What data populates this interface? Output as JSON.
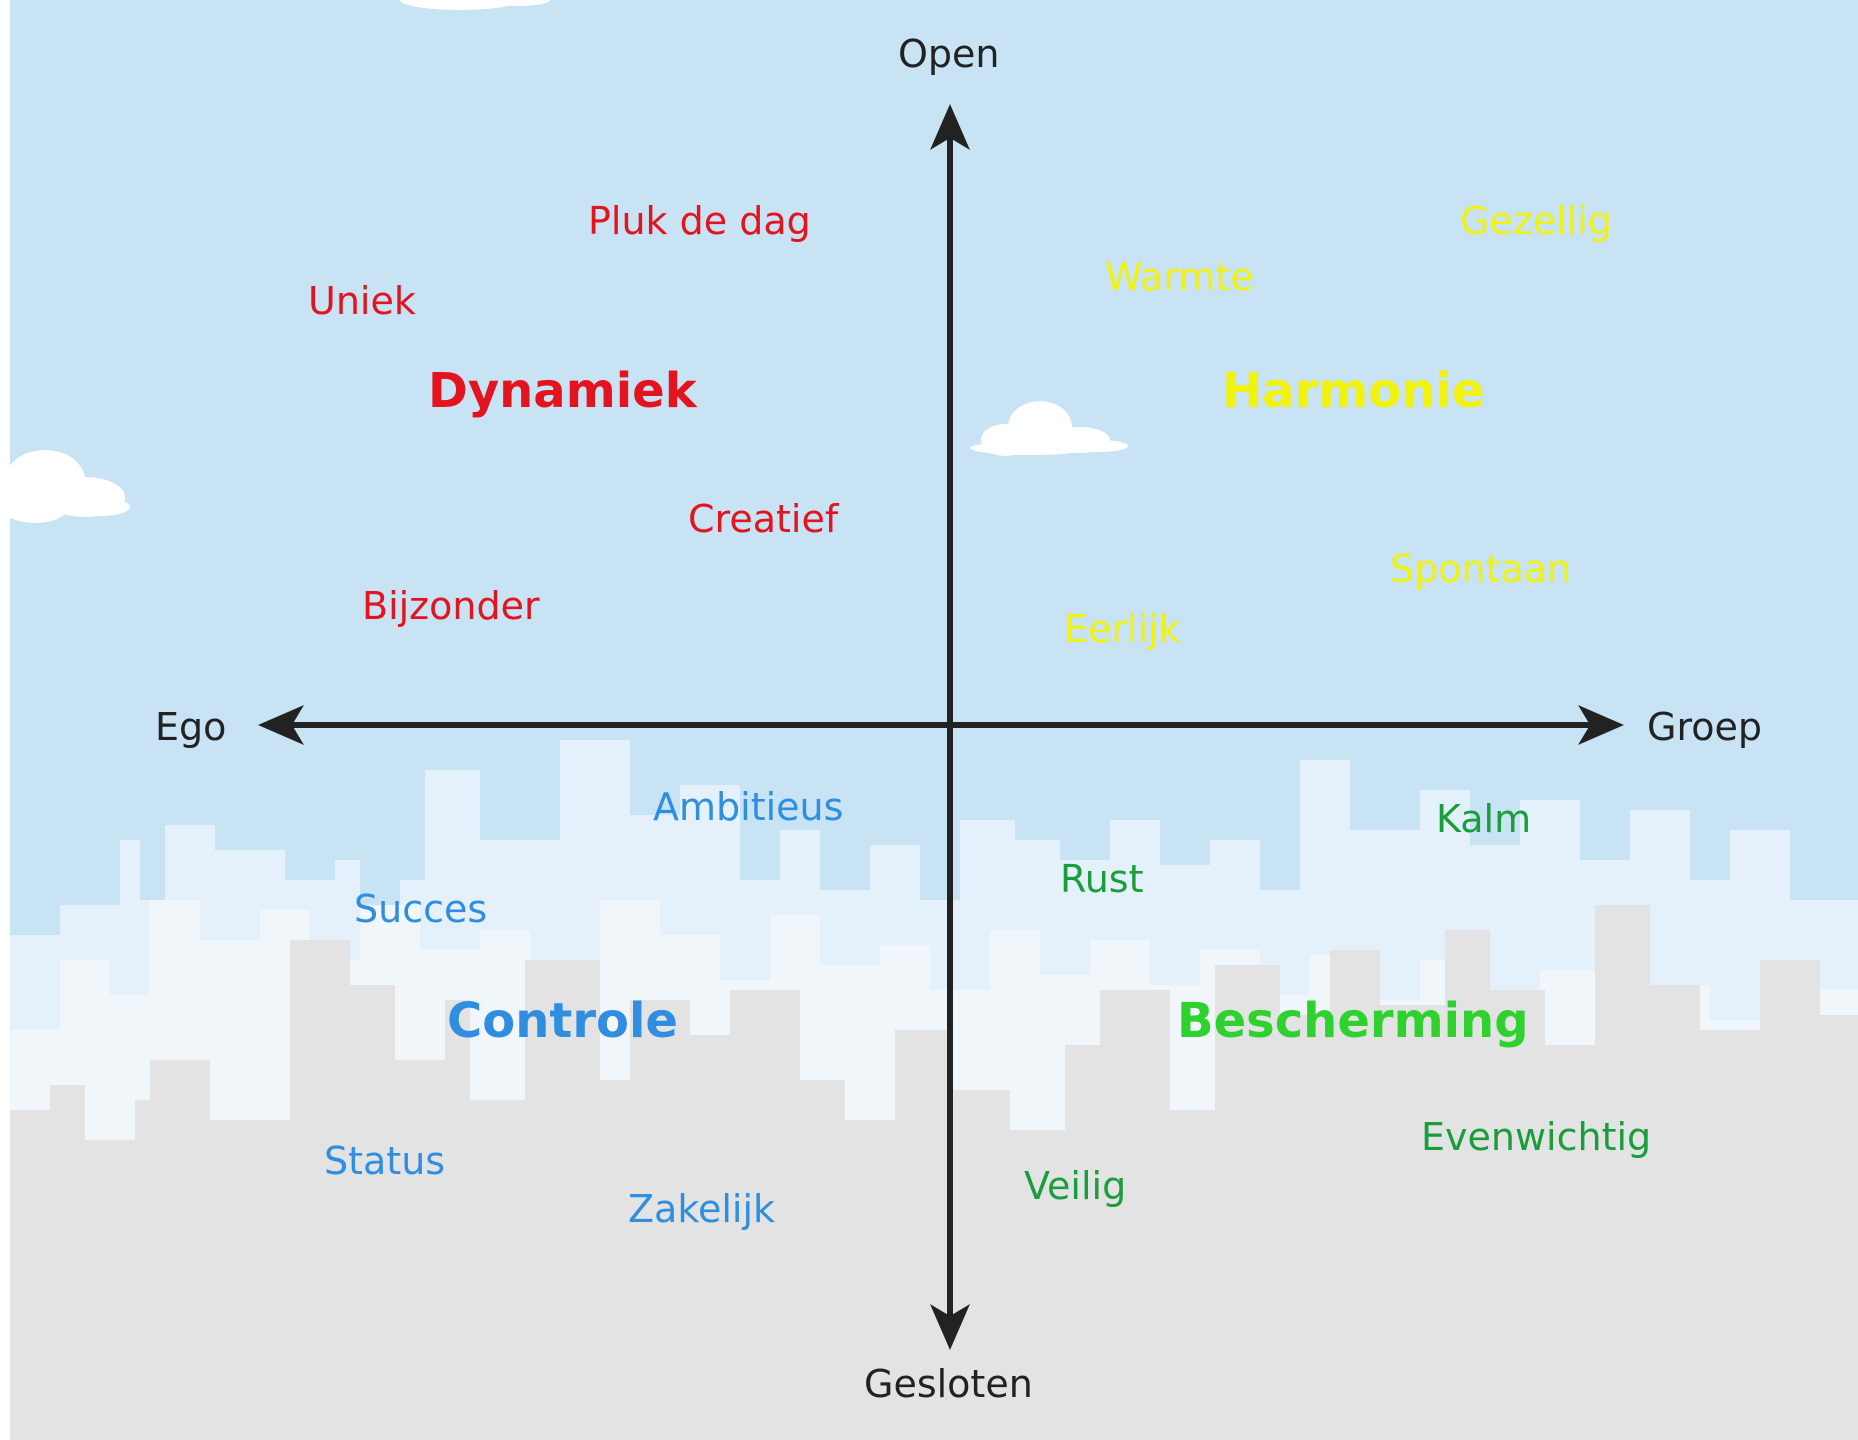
{
  "axes": {
    "top": "Open",
    "bottom": "Gesloten",
    "left": "Ego",
    "right": "Groep"
  },
  "quadrants": {
    "dynamiek": {
      "title": "Dynamiek",
      "words": [
        "Pluk de dag",
        "Uniek",
        "Creatief",
        "Bijzonder"
      ]
    },
    "harmonie": {
      "title": "Harmonie",
      "words": [
        "Gezellig",
        "Warmte",
        "Spontaan",
        "Eerlijk"
      ]
    },
    "controle": {
      "title": "Controle",
      "words": [
        "Ambitieus",
        "Succes",
        "Status",
        "Zakelijk"
      ]
    },
    "bescherming": {
      "title": "Bescherming",
      "words": [
        "Kalm",
        "Rust",
        "Evenwichtig",
        "Veilig"
      ]
    }
  },
  "colors": {
    "sky": "#c7e3f4",
    "ground": "#e6e6e6",
    "dynamiek": "#e3141e",
    "harmonie": "#f2f20f",
    "controle": "#2f8ee0",
    "bescherming_title": "#2ed12e",
    "bescherming": "#1a9e3c",
    "axis": "#222222"
  }
}
